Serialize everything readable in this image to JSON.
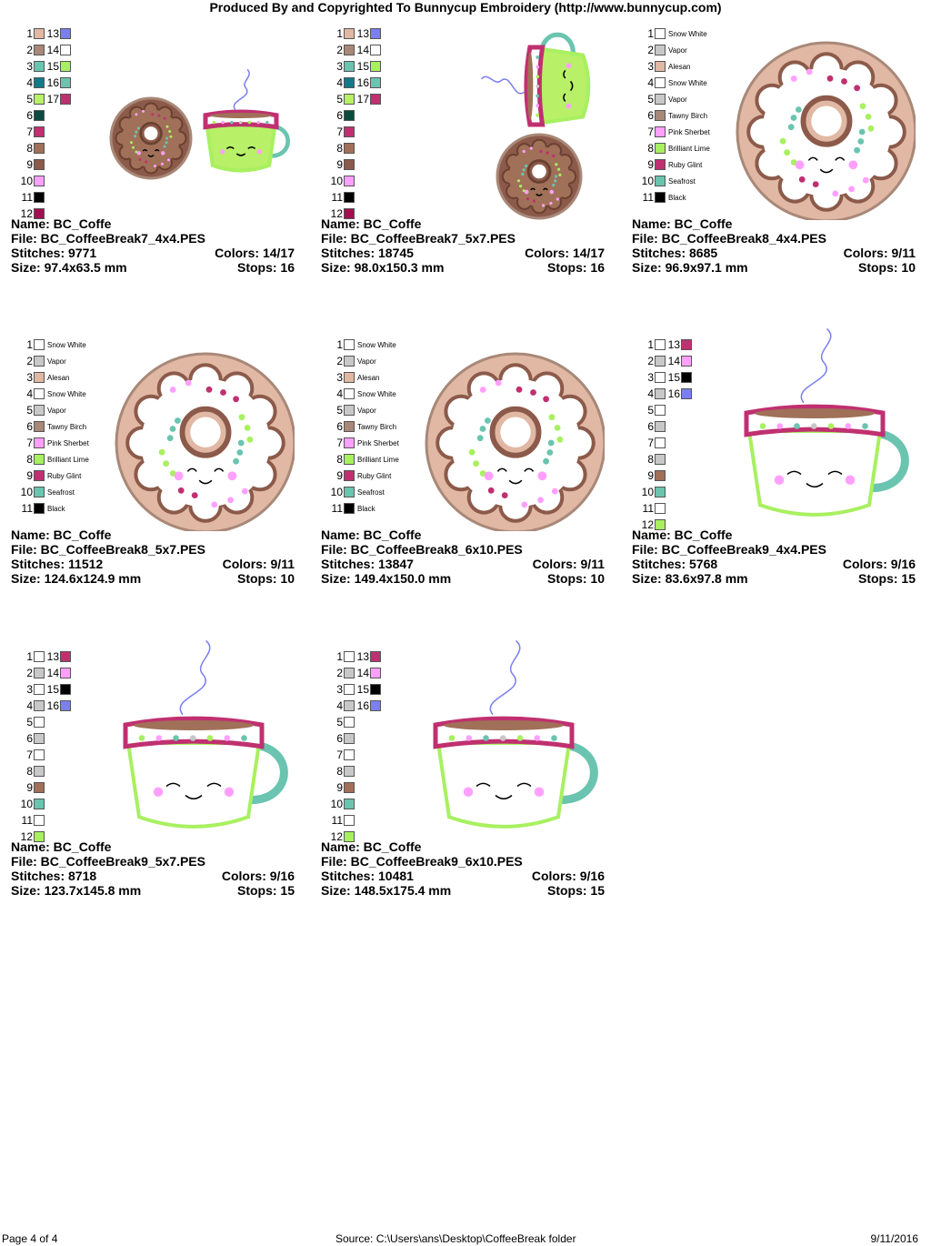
{
  "header": "Produced By and Copyrighted To Bunnycup Embroidery (http://www.bunnycup.com)",
  "footer": {
    "page": "Page 4 of 4",
    "source": "Source: C:\\Users\\ans\\Desktop\\CoffeeBreak folder",
    "date": "9/11/2016"
  },
  "designs": [
    {
      "art": "donut-and-cup",
      "labels": {
        "name": "Name: BC_Coffe",
        "file": "File: BC_CoffeeBreak7_4x4.PES",
        "stitches": "Stitches: 9771",
        "colors": "Colors: 14/17",
        "size": "Size: 97.4x63.5 mm",
        "stops": "Stops: 16"
      },
      "swatches": [
        {
          "n": "1",
          "c": "#e0b8a4",
          "n2": "13",
          "c2": "#7b7ff0"
        },
        {
          "n": "2",
          "c": "#a88878",
          "n2": "14",
          "c2": "#ffffff"
        },
        {
          "n": "3",
          "c": "#6ac4b0",
          "n2": "15",
          "c2": "#a8f060"
        },
        {
          "n": "4",
          "c": "#147888",
          "n2": "16",
          "c2": "#6ac4b0"
        },
        {
          "n": "5",
          "c": "#b8f068",
          "n2": "17",
          "c2": "#c03070"
        },
        {
          "n": "6",
          "c": "#0c4a40"
        },
        {
          "n": "7",
          "c": "#c03070"
        },
        {
          "n": "8",
          "c": "#a07058"
        },
        {
          "n": "9",
          "c": "#8c5a4a"
        },
        {
          "n": "10",
          "c": "#ffa0ff"
        },
        {
          "n": "11",
          "c": "#000000"
        },
        {
          "n": "12",
          "c": "#a01050"
        }
      ]
    },
    {
      "art": "cup-over-donut",
      "labels": {
        "name": "Name: BC_Coffe",
        "file": "File: BC_CoffeeBreak7_5x7.PES",
        "stitches": "Stitches: 18745",
        "colors": "Colors: 14/17",
        "size": "Size: 98.0x150.3 mm",
        "stops": "Stops: 16"
      },
      "swatches": [
        {
          "n": "1",
          "c": "#e0b8a4",
          "n2": "13",
          "c2": "#7b7ff0"
        },
        {
          "n": "2",
          "c": "#a88878",
          "n2": "14",
          "c2": "#ffffff"
        },
        {
          "n": "3",
          "c": "#6ac4b0",
          "n2": "15",
          "c2": "#a8f060"
        },
        {
          "n": "4",
          "c": "#147888",
          "n2": "16",
          "c2": "#6ac4b0"
        },
        {
          "n": "5",
          "c": "#b8f068",
          "n2": "17",
          "c2": "#c03070"
        },
        {
          "n": "6",
          "c": "#0c4a40"
        },
        {
          "n": "7",
          "c": "#c03070"
        },
        {
          "n": "8",
          "c": "#a07058"
        },
        {
          "n": "9",
          "c": "#8c5a4a"
        },
        {
          "n": "10",
          "c": "#ffa0ff"
        },
        {
          "n": "11",
          "c": "#000000"
        },
        {
          "n": "12",
          "c": "#a01050"
        }
      ]
    },
    {
      "art": "donut",
      "labels": {
        "name": "Name: BC_Coffe",
        "file": "File: BC_CoffeeBreak8_4x4.PES",
        "stitches": "Stitches: 8685",
        "colors": "Colors: 9/11",
        "size": "Size: 96.9x97.1 mm",
        "stops": "Stops: 10"
      },
      "swatches": [
        {
          "n": "1",
          "c": "#ffffff",
          "name": "Snow White"
        },
        {
          "n": "2",
          "c": "#c8c8c8",
          "name": "Vapor"
        },
        {
          "n": "3",
          "c": "#e0b8a4",
          "name": "Alesan"
        },
        {
          "n": "4",
          "c": "#ffffff",
          "name": "Snow White"
        },
        {
          "n": "5",
          "c": "#c8c8c8",
          "name": "Vapor"
        },
        {
          "n": "6",
          "c": "#a88878",
          "name": "Tawny Birch"
        },
        {
          "n": "7",
          "c": "#ffa0ff",
          "name": "Pink Sherbet"
        },
        {
          "n": "8",
          "c": "#a8f060",
          "name": "Brilliant Lime"
        },
        {
          "n": "9",
          "c": "#c03070",
          "name": "Ruby Glint"
        },
        {
          "n": "10",
          "c": "#6ac4b0",
          "name": "Seafrost"
        },
        {
          "n": "11",
          "c": "#000000",
          "name": "Black"
        }
      ]
    },
    {
      "art": "donut",
      "labels": {
        "name": "Name: BC_Coffe",
        "file": "File: BC_CoffeeBreak8_5x7.PES",
        "stitches": "Stitches: 11512",
        "colors": "Colors: 9/11",
        "size": "Size: 124.6x124.9 mm",
        "stops": "Stops: 10"
      },
      "swatches": [
        {
          "n": "1",
          "c": "#ffffff",
          "name": "Snow White"
        },
        {
          "n": "2",
          "c": "#c8c8c8",
          "name": "Vapor"
        },
        {
          "n": "3",
          "c": "#e0b8a4",
          "name": "Alesan"
        },
        {
          "n": "4",
          "c": "#ffffff",
          "name": "Snow White"
        },
        {
          "n": "5",
          "c": "#c8c8c8",
          "name": "Vapor"
        },
        {
          "n": "6",
          "c": "#a88878",
          "name": "Tawny Birch"
        },
        {
          "n": "7",
          "c": "#ffa0ff",
          "name": "Pink Sherbet"
        },
        {
          "n": "8",
          "c": "#a8f060",
          "name": "Brilliant Lime"
        },
        {
          "n": "9",
          "c": "#c03070",
          "name": "Ruby Glint"
        },
        {
          "n": "10",
          "c": "#6ac4b0",
          "name": "Seafrost"
        },
        {
          "n": "11",
          "c": "#000000",
          "name": "Black"
        }
      ]
    },
    {
      "art": "donut",
      "labels": {
        "name": "Name: BC_Coffe",
        "file": "File: BC_CoffeeBreak8_6x10.PES",
        "stitches": "Stitches: 13847",
        "colors": "Colors: 9/11",
        "size": "Size: 149.4x150.0 mm",
        "stops": "Stops: 10"
      },
      "swatches": [
        {
          "n": "1",
          "c": "#ffffff",
          "name": "Snow White"
        },
        {
          "n": "2",
          "c": "#c8c8c8",
          "name": "Vapor"
        },
        {
          "n": "3",
          "c": "#e0b8a4",
          "name": "Alesan"
        },
        {
          "n": "4",
          "c": "#ffffff",
          "name": "Snow White"
        },
        {
          "n": "5",
          "c": "#c8c8c8",
          "name": "Vapor"
        },
        {
          "n": "6",
          "c": "#a88878",
          "name": "Tawny Birch"
        },
        {
          "n": "7",
          "c": "#ffa0ff",
          "name": "Pink Sherbet"
        },
        {
          "n": "8",
          "c": "#a8f060",
          "name": "Brilliant Lime"
        },
        {
          "n": "9",
          "c": "#c03070",
          "name": "Ruby Glint"
        },
        {
          "n": "10",
          "c": "#6ac4b0",
          "name": "Seafrost"
        },
        {
          "n": "11",
          "c": "#000000",
          "name": "Black"
        }
      ]
    },
    {
      "art": "cup",
      "labels": {
        "name": "Name: BC_Coffe",
        "file": "File: BC_CoffeeBreak9_4x4.PES",
        "stitches": "Stitches: 5768",
        "colors": "Colors: 9/16",
        "size": "Size: 83.6x97.8 mm",
        "stops": "Stops: 15"
      },
      "swatches": [
        {
          "n": "1",
          "c": "#ffffff",
          "n2": "13",
          "c2": "#c03070"
        },
        {
          "n": "2",
          "c": "#c8c8c8",
          "n2": "14",
          "c2": "#ffa0ff"
        },
        {
          "n": "3",
          "c": "#ffffff",
          "n2": "15",
          "c2": "#000000"
        },
        {
          "n": "4",
          "c": "#c8c8c8",
          "n2": "16",
          "c2": "#7b7ff0"
        },
        {
          "n": "5",
          "c": "#ffffff"
        },
        {
          "n": "6",
          "c": "#c8c8c8"
        },
        {
          "n": "7",
          "c": "#ffffff"
        },
        {
          "n": "8",
          "c": "#c8c8c8"
        },
        {
          "n": "9",
          "c": "#a07058"
        },
        {
          "n": "10",
          "c": "#6ac4b0"
        },
        {
          "n": "11",
          "c": "#ffffff"
        },
        {
          "n": "12",
          "c": "#a8f060"
        }
      ]
    },
    {
      "art": "cup",
      "labels": {
        "name": "Name: BC_Coffe",
        "file": "File: BC_CoffeeBreak9_5x7.PES",
        "stitches": "Stitches: 8718",
        "colors": "Colors: 9/16",
        "size": "Size: 123.7x145.8 mm",
        "stops": "Stops: 15"
      },
      "swatches": [
        {
          "n": "1",
          "c": "#ffffff",
          "n2": "13",
          "c2": "#c03070"
        },
        {
          "n": "2",
          "c": "#c8c8c8",
          "n2": "14",
          "c2": "#ffa0ff"
        },
        {
          "n": "3",
          "c": "#ffffff",
          "n2": "15",
          "c2": "#000000"
        },
        {
          "n": "4",
          "c": "#c8c8c8",
          "n2": "16",
          "c2": "#7b7ff0"
        },
        {
          "n": "5",
          "c": "#ffffff"
        },
        {
          "n": "6",
          "c": "#c8c8c8"
        },
        {
          "n": "7",
          "c": "#ffffff"
        },
        {
          "n": "8",
          "c": "#c8c8c8"
        },
        {
          "n": "9",
          "c": "#a07058"
        },
        {
          "n": "10",
          "c": "#6ac4b0"
        },
        {
          "n": "11",
          "c": "#ffffff"
        },
        {
          "n": "12",
          "c": "#a8f060"
        }
      ]
    },
    {
      "art": "cup",
      "labels": {
        "name": "Name: BC_Coffe",
        "file": "File: BC_CoffeeBreak9_6x10.PES",
        "stitches": "Stitches: 10481",
        "colors": "Colors: 9/16",
        "size": "Size: 148.5x175.4 mm",
        "stops": "Stops: 15"
      },
      "swatches": [
        {
          "n": "1",
          "c": "#ffffff",
          "n2": "13",
          "c2": "#c03070"
        },
        {
          "n": "2",
          "c": "#c8c8c8",
          "n2": "14",
          "c2": "#ffa0ff"
        },
        {
          "n": "3",
          "c": "#ffffff",
          "n2": "15",
          "c2": "#000000"
        },
        {
          "n": "4",
          "c": "#c8c8c8",
          "n2": "16",
          "c2": "#7b7ff0"
        },
        {
          "n": "5",
          "c": "#ffffff"
        },
        {
          "n": "6",
          "c": "#c8c8c8"
        },
        {
          "n": "7",
          "c": "#ffffff"
        },
        {
          "n": "8",
          "c": "#c8c8c8"
        },
        {
          "n": "9",
          "c": "#a07058"
        },
        {
          "n": "10",
          "c": "#6ac4b0"
        },
        {
          "n": "11",
          "c": "#ffffff"
        },
        {
          "n": "12",
          "c": "#a8f060"
        }
      ]
    }
  ]
}
